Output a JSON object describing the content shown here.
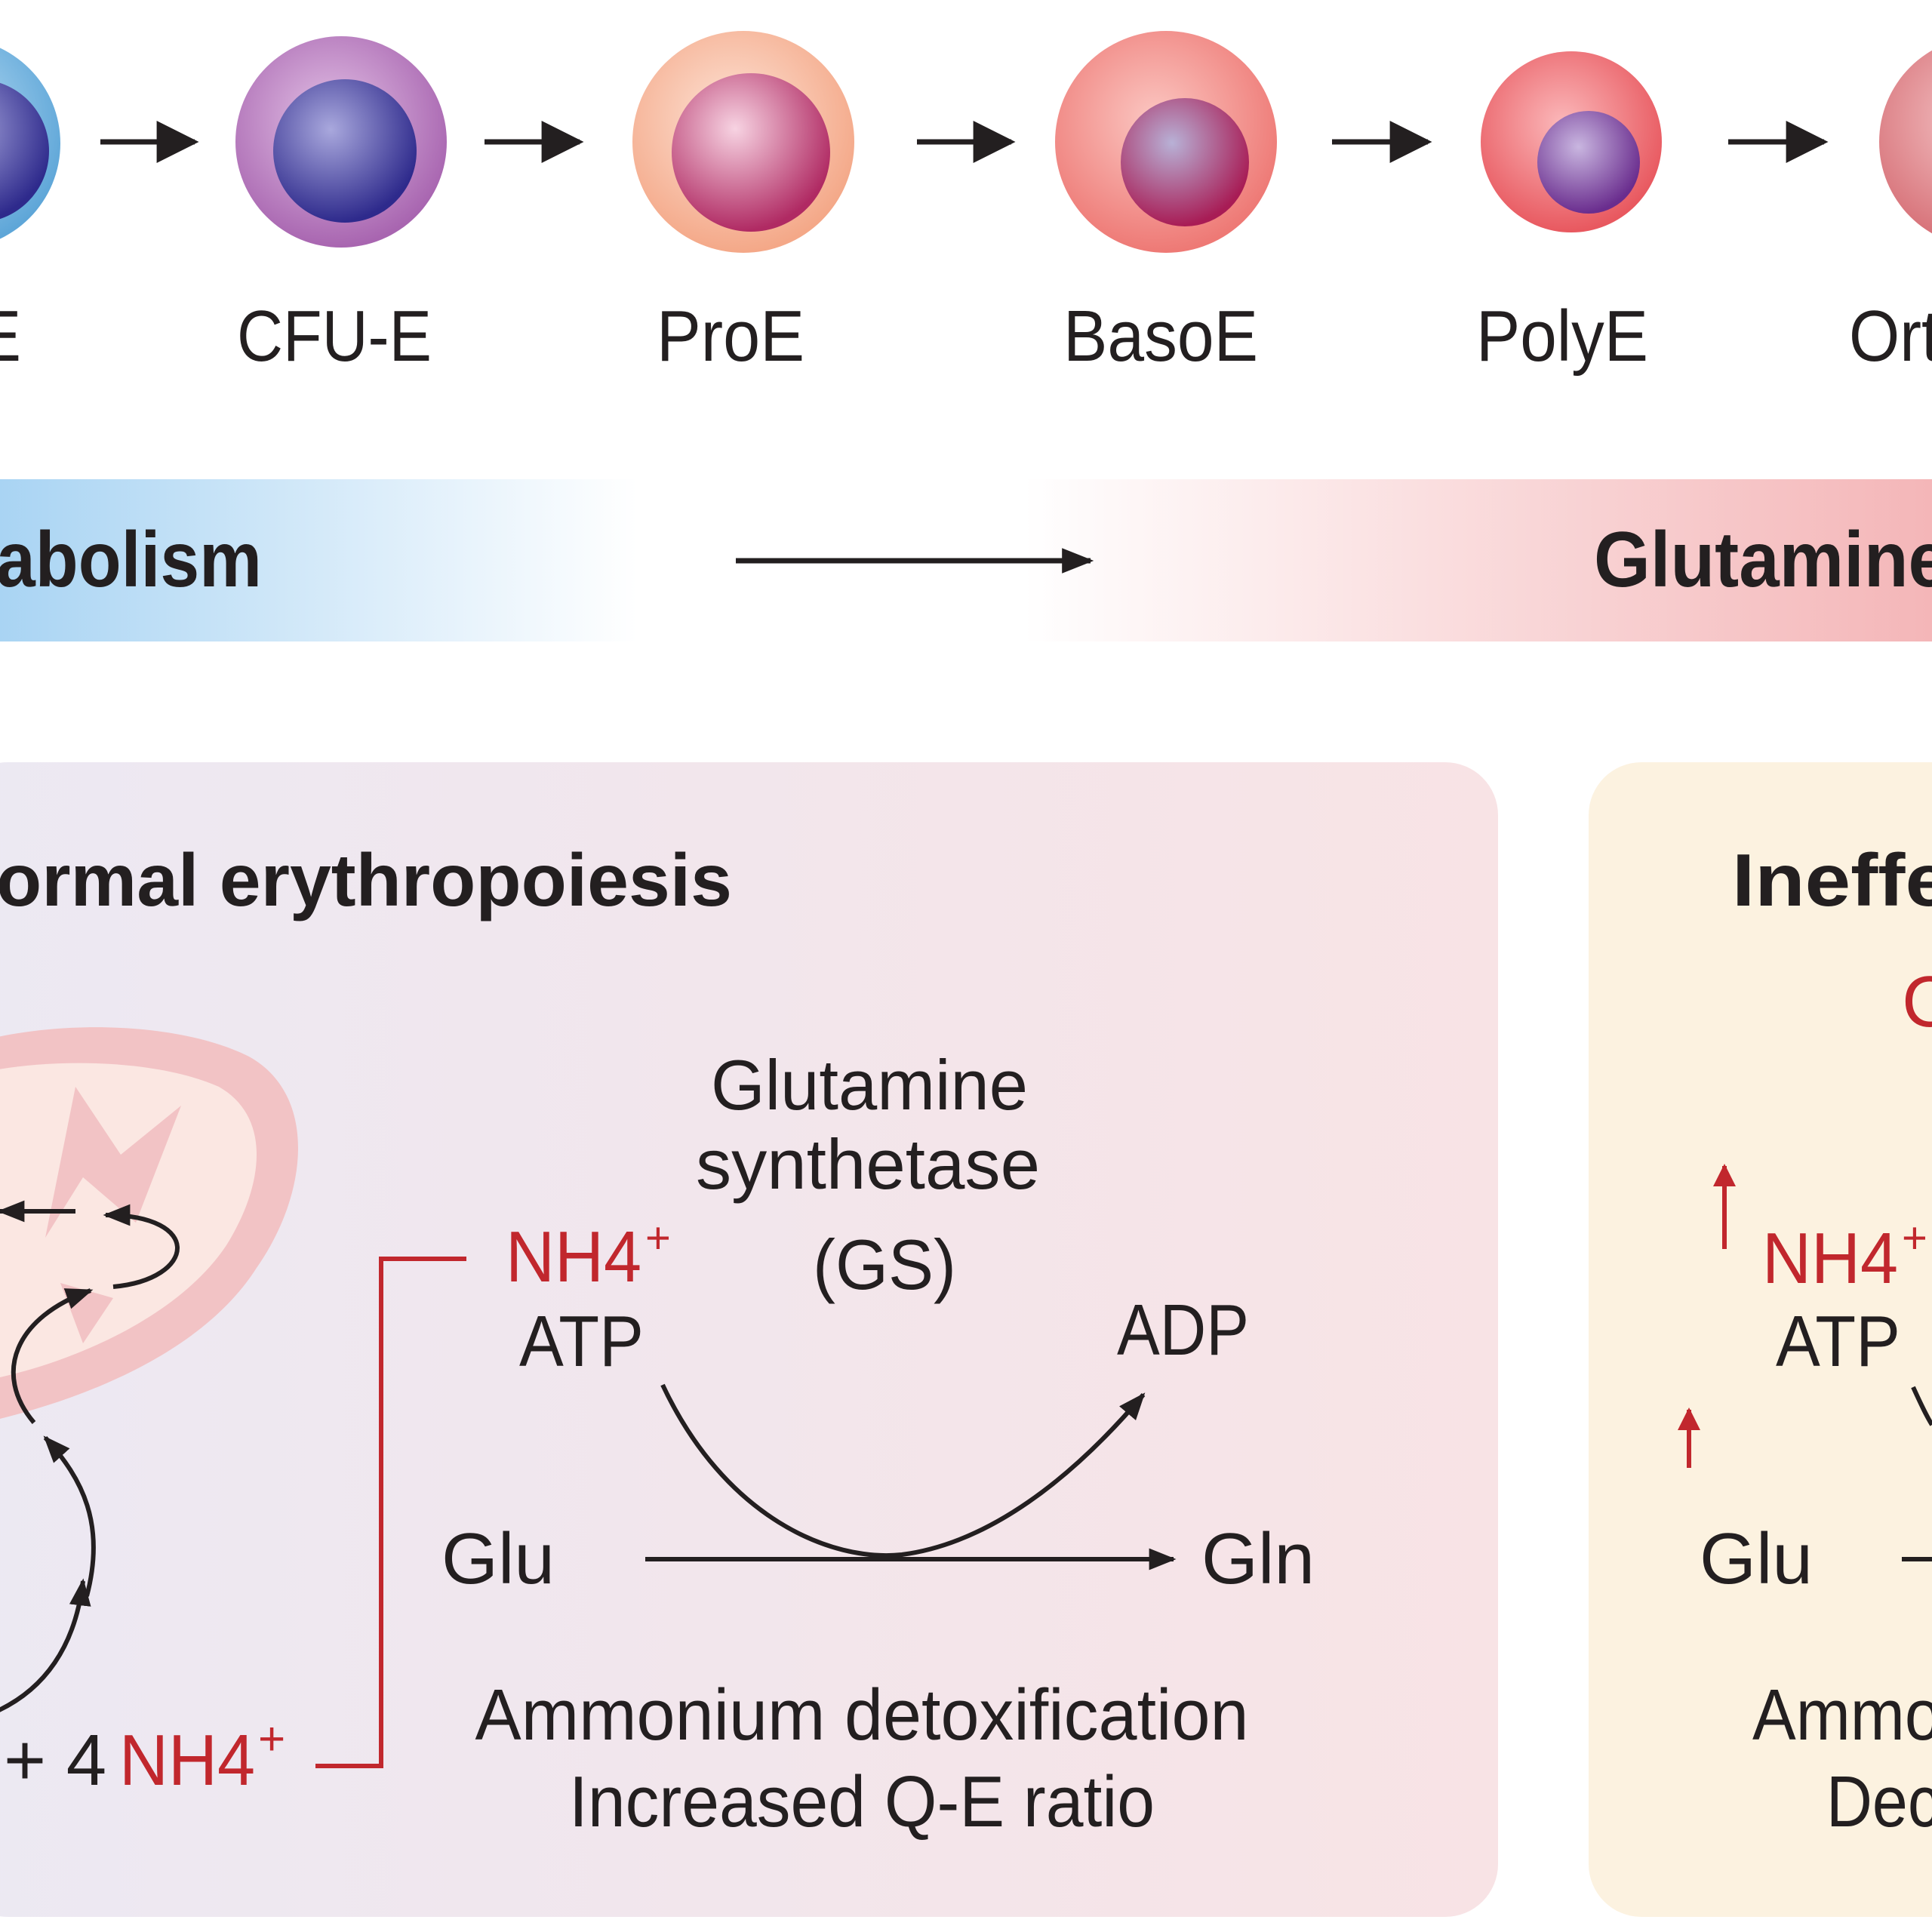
{
  "stages": [
    {
      "label": "-E"
    },
    {
      "label": "CFU-E"
    },
    {
      "label": "ProE"
    },
    {
      "label": "BasoE"
    },
    {
      "label": "PolyE"
    },
    {
      "label": "Ort"
    }
  ],
  "gradient_bar": {
    "left_text": "abolism",
    "right_text": "Glutamine"
  },
  "normal_panel": {
    "title": "ormal erythropoiesis",
    "enzyme_line1": "Glutamine",
    "enzyme_line2": "synthetase",
    "enzyme_line3": "(GS)",
    "nh4": "NH4",
    "plus_sup": "+",
    "atp": "ATP",
    "adp": "ADP",
    "glu": "Glu",
    "gln": "Gln",
    "bottom_prefix": "+ 4 ",
    "bottom_nh4": "NH4",
    "caption1": "Ammonium detoxification",
    "caption2": "Increased Q-E ratio"
  },
  "ineffective_panel": {
    "title": "Ineffe",
    "red_letter": "C",
    "nh4": "NH4",
    "plus_sup": "+",
    "atp": "ATP",
    "glu": "Glu",
    "caption1": "Ammo",
    "caption2": "Dec"
  },
  "colors": {
    "text": "#231f20",
    "red": "#c1272d",
    "blue_bar": "#a9d4f3",
    "pink_bar": "#f4b6b8",
    "normal_panel_bg": "#f5e6ea",
    "ineffective_panel_bg": "#fcf2e0"
  }
}
